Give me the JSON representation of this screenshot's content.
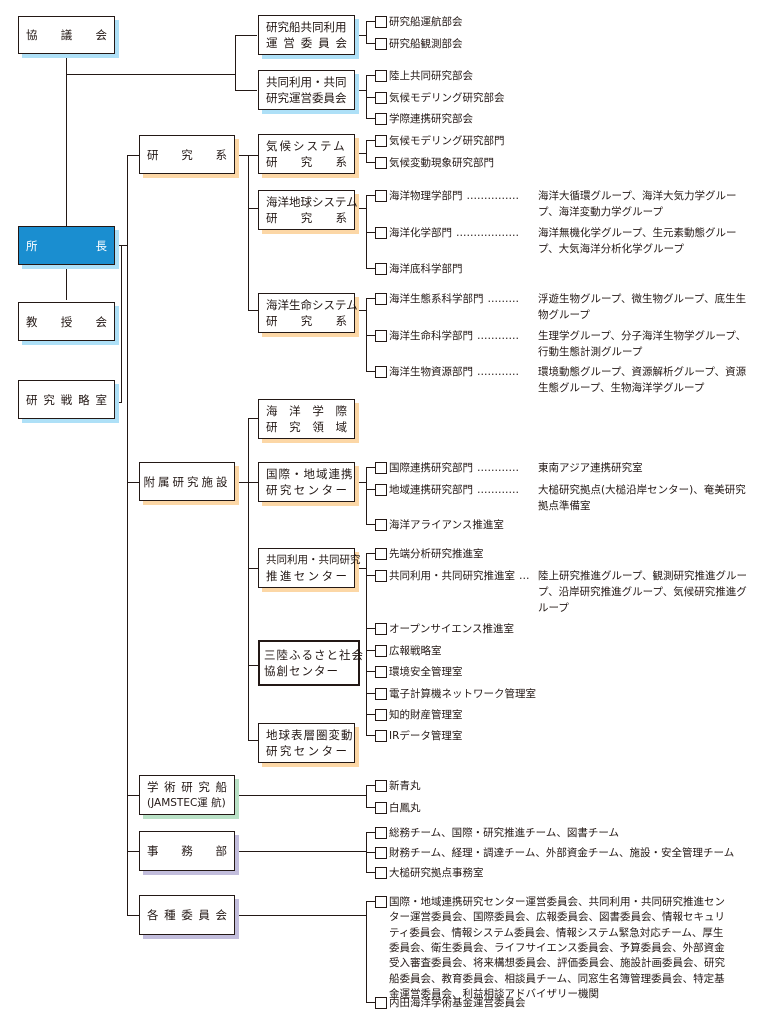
{
  "left_column": {
    "council": [
      "協",
      "議",
      "会"
    ],
    "director": [
      "所",
      "長"
    ],
    "faculty_meeting": [
      "教",
      "授",
      "会"
    ],
    "strategy_office": [
      "研",
      "究",
      "戦",
      "略",
      "室"
    ]
  },
  "committees": {
    "ship_committee": {
      "line1": "研究船共同利用",
      "line2": [
        "運",
        "営",
        "委",
        "員",
        "会"
      ]
    },
    "ship_children": [
      "研究船運航部会",
      "研究船観測部会"
    ],
    "joint_committee": {
      "line1": "共同利用・共同",
      "line2": "研究運営委員会"
    },
    "joint_children": [
      "陸上共同研究部会",
      "気候モデリング研究部会",
      "学際連携研究部会"
    ]
  },
  "research_divisions": {
    "label": [
      "研",
      "究",
      "系"
    ],
    "climate": {
      "line1": "気候システム",
      "line2": [
        "研",
        "究",
        "系"
      ],
      "children": [
        "気候モデリング研究部門",
        "気候変動現象研究部門"
      ]
    },
    "ocean_earth": {
      "line1": "海洋地球システム",
      "line2": [
        "研",
        "究",
        "系"
      ],
      "children": [
        {
          "name": "海洋物理学部門",
          "dots": "……………",
          "groups": [
            "海洋大循環グループ、海洋大気力学グルー",
            "プ、海洋変動力学グループ"
          ]
        },
        {
          "name": "海洋化学部門",
          "dots": "………………",
          "groups": [
            "海洋無機化学グループ、生元素動態グルー",
            "プ、大気海洋分析化学グループ"
          ]
        },
        {
          "name": "海洋底科学部門",
          "dots": "",
          "groups": []
        }
      ]
    },
    "ocean_life": {
      "line1": "海洋生命システム",
      "line2": [
        "研",
        "究",
        "系"
      ],
      "children": [
        {
          "name": "海洋生態系科学部門",
          "dots": "………",
          "groups": [
            "浮遊生物グループ、微生物グループ、底生生",
            "物グループ"
          ]
        },
        {
          "name": "海洋生命科学部門",
          "dots": "…………",
          "groups": [
            "生理学グループ、分子海洋生物学グループ、",
            "行動生態計測グループ"
          ]
        },
        {
          "name": "海洋生物資源部門",
          "dots": "…………",
          "groups": [
            "環境動態グループ、資源解析グループ、資源",
            "生態グループ、生物海洋学グループ"
          ]
        }
      ]
    }
  },
  "affiliated_facilities": {
    "label": "附属研究施設",
    "interdisciplinary": {
      "line1": [
        "海",
        "洋",
        "学",
        "際"
      ],
      "line2": [
        "研",
        "究",
        "領",
        "域"
      ]
    },
    "intl_regional": {
      "line1": "国際・地域連携",
      "line2": [
        "研",
        "究",
        "セ",
        "ン",
        "タ",
        "ー"
      ],
      "children": [
        {
          "name": "国際連携研究部門",
          "dots": "…………",
          "groups": [
            "東南アジア連携研究室"
          ]
        },
        {
          "name": "地域連携研究部門",
          "dots": "…………",
          "groups": [
            "大槌研究拠点(大槌沿岸センター)、奄美研究",
            "拠点準備室"
          ]
        },
        {
          "name": "海洋アライアンス推進室",
          "dots": "",
          "groups": []
        }
      ]
    },
    "joint_promotion": {
      "line1": "共同利用・共同研究",
      "line2": [
        "推",
        "進",
        "セ",
        "ン",
        "タ",
        "ー"
      ],
      "children": [
        {
          "name": "先端分析研究推進室",
          "dots": "",
          "groups": []
        },
        {
          "name": "共同利用・共同研究推進室",
          "dots": "…",
          "groups": [
            "陸上研究推進グループ、観測研究推進グルー",
            "プ、沿岸研究推進グループ、気候研究推進グ",
            "ループ"
          ]
        }
      ]
    },
    "sanriku": {
      "line1": "三陸ふるさと社会",
      "line2": "協創センター"
    },
    "geosphere": {
      "line1": "地球表層圏変動",
      "line2": [
        "研",
        "究",
        "セ",
        "ン",
        "タ",
        "ー"
      ]
    },
    "offices": [
      "オープンサイエンス推進室",
      "広報戦略室",
      "環境安全管理室",
      "電子計算機ネットワーク管理室",
      "知的財産管理室",
      "IRデータ管理室"
    ]
  },
  "research_vessels": {
    "line1": [
      "学",
      "術",
      "研",
      "究",
      "船"
    ],
    "line2": "(JAMSTEC運 航)",
    "children": [
      "新青丸",
      "白鳳丸"
    ]
  },
  "administration": {
    "label": [
      "事",
      "務",
      "部"
    ],
    "children": [
      "総務チーム、国際・研究推進チーム、図書チーム",
      "財務チーム、経理・調達チーム、外部資金チーム、施設・安全管理チーム",
      "大槌研究拠点事務室"
    ]
  },
  "various_committees": {
    "label": [
      "各",
      "種",
      "委",
      "員",
      "会"
    ],
    "committee_list_lines": [
      "国際・地域連携研究センター運営委員会、共同利用・共同研究推進セン",
      "ター運営委員会、国際委員会、広報委員会、図書委員会、情報セキュリ",
      "ティ委員会、情報システム委員会、情報システム緊急対応チーム、厚生",
      "委員会、衛生委員会、ライフサイエンス委員会、予算委員会、外部資金",
      "受入審査委員会、将来構想委員会、評価委員会、施設計画委員会、研究",
      "船委員会、教育委員会、相談員チーム、同窓生名簿管理委員会、特定基",
      "金運営委員会、利益相談アドバイザリー機関"
    ],
    "uchida": "内田海洋学術基金運営委員会"
  },
  "colors": {
    "director_fill": "#1a8ed0",
    "shadow_blue": "#aee0f7",
    "shadow_orange": "#fcd7a6",
    "shadow_green": "#b9e1c6",
    "shadow_purple": "#c2bddc",
    "line": "#231815"
  }
}
